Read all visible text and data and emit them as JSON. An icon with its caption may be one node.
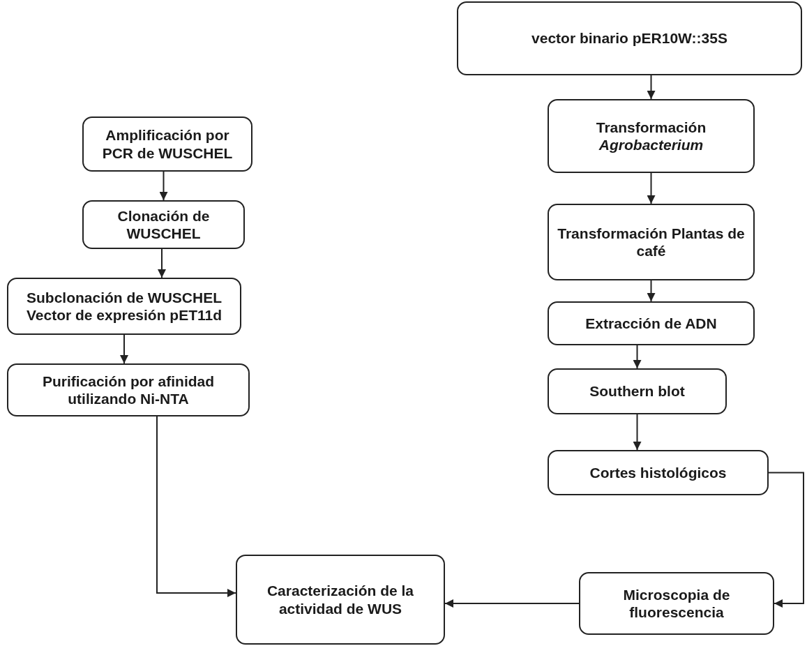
{
  "diagram": {
    "nodes": [
      {
        "text": [
          "Amplificación por PCR de WUSCHEL"
        ]
      },
      {
        "text": [
          "Clonación de WUSCHEL"
        ]
      },
      {
        "text": [
          "Subclonación de WUSCHEL Vector de expresión pET11d"
        ]
      },
      {
        "text": [
          "Purificación por afinidad utilizando Ni-NTA"
        ]
      },
      {
        "text": [
          "Caracterización de la actividad de WUS"
        ]
      },
      {
        "text": [
          "vector binario pER10W::35S"
        ]
      },
      {
        "text": [
          "Transformación *Agrobacterium*"
        ]
      },
      {
        "text": [
          "Transformación Plantas de café"
        ]
      },
      {
        "text": [
          "Extracción de ADN"
        ]
      },
      {
        "text": [
          "Southern blot"
        ]
      },
      {
        "text": [
          "Cortes histológicos"
        ]
      },
      {
        "text": [
          "Microscopia de fluorescencia"
        ]
      }
    ],
    "edges": [
      {
        "from": 0,
        "to": 1,
        "arrow": "to"
      },
      {
        "from": 1,
        "to": 2,
        "arrow": "to"
      },
      {
        "from": 2,
        "to": 3,
        "arrow": "to"
      },
      {
        "from": 3,
        "to": 4,
        "arrow": "to"
      },
      {
        "from": 5,
        "to": 6,
        "arrow": "to"
      },
      {
        "from": 6,
        "to": 7,
        "arrow": "to"
      },
      {
        "from": 7,
        "to": 8,
        "arrow": "to"
      },
      {
        "from": 8,
        "to": 9,
        "arrow": "to"
      },
      {
        "from": 9,
        "to": 10,
        "arrow": "to"
      },
      {
        "from": 10,
        "to": 11,
        "arrow": "to"
      },
      {
        "from": 11,
        "to": 4,
        "arrow": "to"
      }
    ]
  }
}
